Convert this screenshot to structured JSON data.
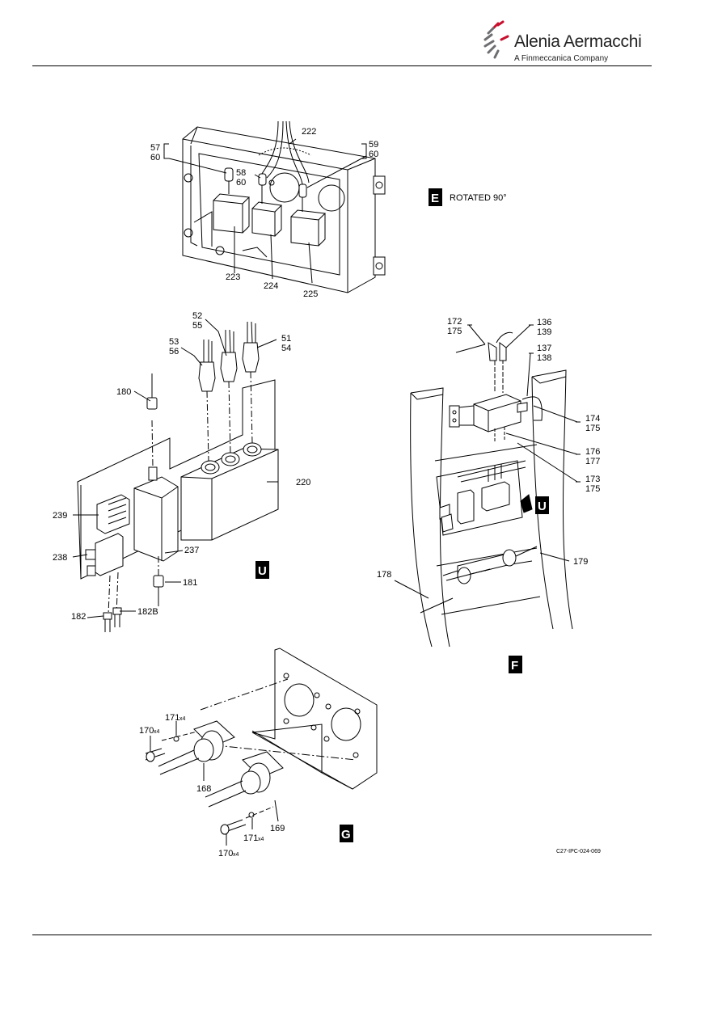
{
  "brand": {
    "name": "Alenia Aermacchi",
    "subtitle": "A Finmeccanica Company"
  },
  "views": {
    "E": {
      "tag": "E",
      "note": "ROTATED 90°"
    },
    "U1": {
      "tag": "U"
    },
    "U2": {
      "tag": "U"
    },
    "F": {
      "tag": "F"
    },
    "G": {
      "tag": "G"
    }
  },
  "callouts": {
    "c57_60": [
      "57",
      "60"
    ],
    "c58_60": [
      "58",
      "60"
    ],
    "c59_60": [
      "59",
      "60"
    ],
    "c222": "222",
    "c223": "223",
    "c224": "224",
    "c225": "225",
    "c52_55": [
      "52",
      "55"
    ],
    "c53_56": [
      "53",
      "56"
    ],
    "c51_54": [
      "51",
      "54"
    ],
    "c180": "180",
    "c220": "220",
    "c239": "239",
    "c238": "238",
    "c237": "237",
    "c181": "181",
    "c182": "182",
    "c182B": "182B",
    "c172_175": [
      "172",
      "175"
    ],
    "c136_139": [
      "136",
      "139"
    ],
    "c137_138": [
      "137",
      "138"
    ],
    "c174_175": [
      "174",
      "175"
    ],
    "c176_177": [
      "176",
      "177"
    ],
    "c173_175": [
      "173",
      "175"
    ],
    "c179": "179",
    "c178": "178",
    "c171a": {
      "num": "171",
      "qty": "x4"
    },
    "c170a": {
      "num": "170",
      "qty": "x4"
    },
    "c168": "168",
    "c169": "169",
    "c171b": {
      "num": "171",
      "qty": "x4"
    },
    "c170b": {
      "num": "170",
      "qty": "x4"
    }
  },
  "figure_ref": "C27-IPC-024-069"
}
